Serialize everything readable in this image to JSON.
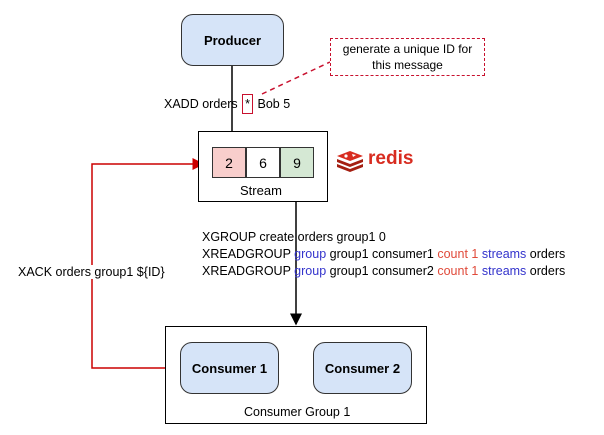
{
  "producer": {
    "label": "Producer"
  },
  "callout": {
    "line1": "generate a unique ID for",
    "line2": "this message"
  },
  "xadd": {
    "prefix": "XADD orders",
    "star": "*",
    "suffix": "Bob 5"
  },
  "stream": {
    "label": "Stream",
    "cells": [
      {
        "value": "2",
        "color": "#f8cecc"
      },
      {
        "value": "6",
        "color": "#ffffff"
      },
      {
        "value": "9",
        "color": "#d5e8d4"
      }
    ]
  },
  "redis": {
    "label": "redis",
    "color": "#d82c20"
  },
  "commands": {
    "line1": "XGROUP create orders group1 0",
    "line2": {
      "cmd": "XREADGROUP",
      "group_kw": "group",
      "mid": "group1 consumer1",
      "count_kw": "count 1",
      "streams_kw": "streams",
      "tail": "orders"
    },
    "line3": {
      "cmd": "XREADGROUP",
      "group_kw": "group",
      "mid": "group1 consumer2",
      "count_kw": "count 1",
      "streams_kw": "streams",
      "tail": "orders"
    }
  },
  "xack": {
    "label": "XACK orders group1 ${ID}"
  },
  "consumers": [
    {
      "label": "Consumer 1"
    },
    {
      "label": "Consumer 2"
    }
  ],
  "group": {
    "label": "Consumer Group 1"
  },
  "colors": {
    "arrow_red": "#cc0000",
    "node_fill": "#d6e4f8"
  }
}
